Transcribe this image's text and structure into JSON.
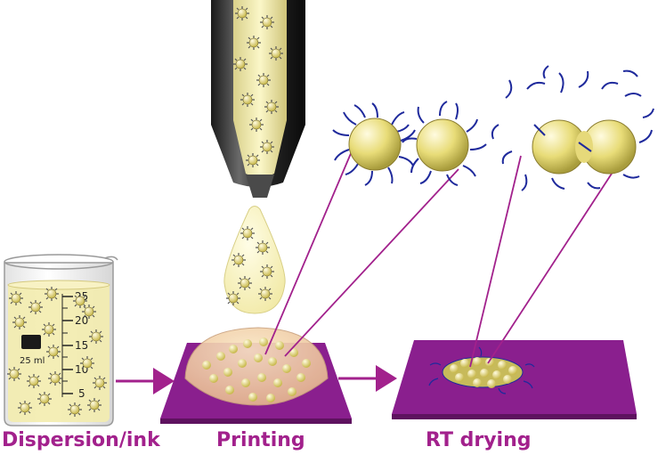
{
  "steps": [
    {
      "label": "Dispersion/ink"
    },
    {
      "label": "Printing"
    },
    {
      "label": "RT drying"
    }
  ],
  "beaker": {
    "volume_label": "25 ml",
    "ticks": [
      "25",
      "20",
      "15",
      "10",
      "5"
    ]
  },
  "colors": {
    "accent": "#a2218c",
    "substrate": "#8a1f8e",
    "nanoparticle": "#e8dd7e",
    "ligand": "#1f2a9c",
    "ink": "#f6f2b0"
  }
}
